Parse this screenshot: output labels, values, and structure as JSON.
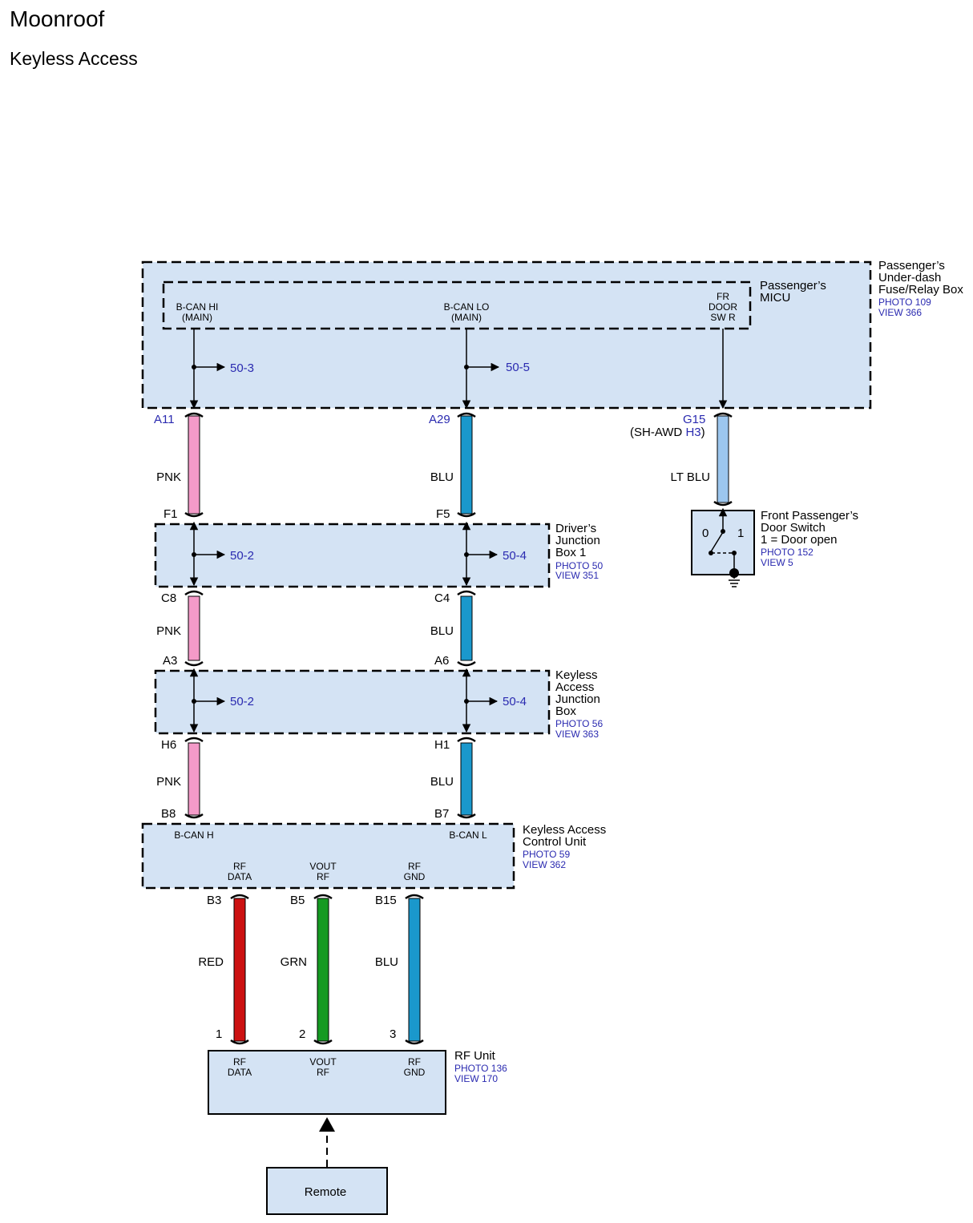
{
  "page": {
    "title": "Moonroof",
    "subtitle": "Keyless Access"
  },
  "colors": {
    "box_fill": "#d4e3f4",
    "PNK": "#f49ac8",
    "BLU": "#1a98cc",
    "LT_BLU": "#9cc6ee",
    "RED": "#cc1111",
    "GRN": "#159a22",
    "link": "#2a2ab0"
  },
  "components": {
    "fuse_box": {
      "line1": "Passenger’s",
      "line2": "Under-dash",
      "line3": "Fuse/Relay Box",
      "photo": "PHOTO 109",
      "view": "VIEW 366"
    },
    "micu": {
      "line1": "Passenger’s",
      "line2": "MICU",
      "bcan_hi_1": "B-CAN HI",
      "bcan_hi_2": "(MAIN)",
      "bcan_lo_1": "B-CAN LO",
      "bcan_lo_2": "(MAIN)",
      "fr_1": "FR",
      "fr_2": "DOOR",
      "fr_3": "SW R"
    },
    "jb1": {
      "line1": "Driver’s",
      "line2": "Junction",
      "line3": "Box 1",
      "photo": "PHOTO 50",
      "view": "VIEW 351"
    },
    "kajb": {
      "line1": "Keyless",
      "line2": "Access",
      "line3": "Junction",
      "line4": "Box",
      "photo": "PHOTO 56",
      "view": "VIEW 363"
    },
    "kacu": {
      "line1": "Keyless Access",
      "line2": "Control Unit",
      "photo": "PHOTO 59",
      "view": "VIEW 362",
      "bcan_h": "B-CAN H",
      "bcan_l": "B-CAN L",
      "rf_data_1": "RF",
      "rf_data_2": "DATA",
      "vout_1": "VOUT",
      "vout_2": "RF",
      "rf_gnd_1": "RF",
      "rf_gnd_2": "GND"
    },
    "rf_unit": {
      "line1": "RF Unit",
      "photo": "PHOTO 136",
      "view": "VIEW 170",
      "rf_data_1": "RF",
      "rf_data_2": "DATA",
      "vout_1": "VOUT",
      "vout_2": "RF",
      "rf_gnd_1": "RF",
      "rf_gnd_2": "GND"
    },
    "door_switch": {
      "line1": "Front Passenger’s",
      "line2": "Door Switch",
      "line3": "1 = Door open",
      "photo": "PHOTO 152",
      "view": "VIEW 5",
      "pos0": "0",
      "pos1": "1"
    },
    "remote": {
      "label": "Remote"
    }
  },
  "refs": {
    "r503": "50-3",
    "r505": "50-5",
    "r502a": "50-2",
    "r504a": "50-4",
    "r502b": "50-2",
    "r504b": "50-4"
  },
  "pins": {
    "a11": "A11",
    "a29": "A29",
    "g15": "G15",
    "sh_awd_prefix": "(SH-AWD ",
    "sh_awd_pin": "H3",
    "sh_awd_suffix": ")",
    "f1": "F1",
    "f5": "F5",
    "c8": "C8",
    "c4": "C4",
    "a3": "A3",
    "a6": "A6",
    "h6": "H6",
    "h1": "H1",
    "b8": "B8",
    "b7": "B7",
    "b3": "B3",
    "b5": "B5",
    "b15": "B15",
    "p1": "1",
    "p2": "2",
    "p3": "3"
  },
  "wires": {
    "w1": "PNK",
    "w2": "BLU",
    "w3": "LT BLU",
    "w4": "PNK",
    "w5": "BLU",
    "w6": "PNK",
    "w7": "BLU",
    "w8": "RED",
    "w9": "GRN",
    "w10": "BLU"
  }
}
